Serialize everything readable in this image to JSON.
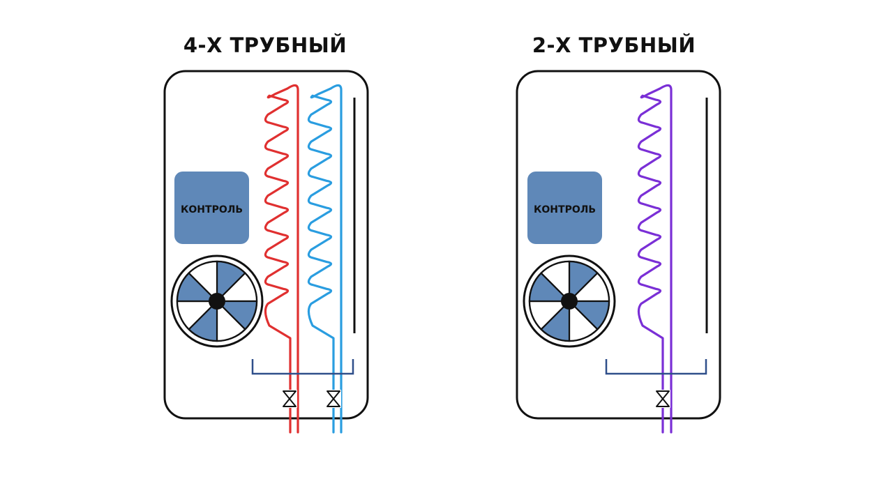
{
  "colors": {
    "outline": "#111111",
    "hot_pipe": "#e03030",
    "cold_pipe": "#2a9de0",
    "combined_pipe": "#7a2fd6",
    "control_box": "#5f88b8",
    "fan_blade": "#5f88b8",
    "drain_tray": "#2f4f8a"
  },
  "diagrams": [
    {
      "id": "four-pipe",
      "title": "4-Х ТРУБНЫЙ",
      "control_label": "КОНТРОЛЬ",
      "coils": 2
    },
    {
      "id": "two-pipe",
      "title": "2-Х ТРУБНЫЙ",
      "control_label": "КОНТРОЛЬ",
      "coils": 1
    }
  ]
}
